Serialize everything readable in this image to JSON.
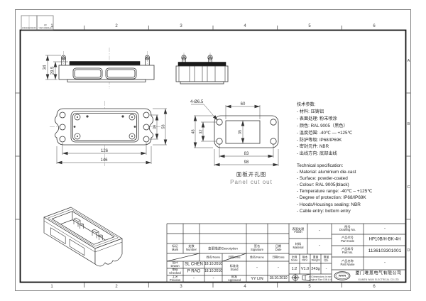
{
  "frame": {
    "zones_h": [
      "1",
      "2",
      "3",
      "4",
      "5",
      "6"
    ],
    "zones_v": [
      "A",
      "B",
      "C",
      "D"
    ],
    "corner": {
      "box1": "1136103301001",
      "box2": "HP10B/H-BK-4H"
    }
  },
  "views": {
    "side": {
      "dim_total_height": "34",
      "dim_body_height": "28.5"
    },
    "front": {
      "dim_hole_span": "126",
      "dim_overall_width": "146",
      "dim_hole_vspan": "39",
      "dim_overall_height": "58"
    },
    "panel": {
      "dim_cut_width": "60",
      "dim_outer_height": "48",
      "dim_hole_vspan": "32",
      "dim_cut_height": "35",
      "dim_hole_span": "83",
      "dim_overall_width": "98",
      "hole_note": "4-Ø6.5",
      "caption_cn": "面板开孔图",
      "caption_en": "Panel cut out"
    }
  },
  "notes_cn": {
    "title": "技术参数:",
    "items": [
      "- 材料: 压铸铝",
      "- 表面处理: 粉末喷涂",
      "- 颜色: RAL 9005（黑色）",
      "- 温度范围: -40℃ — +125℃",
      "- 防护等级: IP68/IP69K",
      "- 密封元件: NBR",
      "- 出线方向: 底部出线"
    ]
  },
  "notes_en": {
    "title": "Technical specification:",
    "items": [
      "- Material: aluminium die-cast",
      "- Surface: powder-coated",
      "- Colour: RAL 9005(black)",
      "- Temperature range: -40℃ – +125℃",
      "- Degree of protection: IP68/IP69K",
      "- Hoods/Housings sealing: NBR",
      "- Cable entry: bottom entry"
    ]
  },
  "titleblock": {
    "headers": {
      "mark": "标记\nMark",
      "number": "处数\nNumber",
      "description": "变更描述/Description",
      "signature": "签名\nSignature",
      "date": "日期\nDate",
      "name_sub": "姓名/Name",
      "date_sub": "日期/Date"
    },
    "roles": {
      "drawn": "设计\nDrawn",
      "checked": "审核\nChecked",
      "process": "工艺\nProcess",
      "stand": "标准化\nStand",
      "approved": "批准\nApproved"
    },
    "entries": {
      "drawn_name": "SL CHEN",
      "drawn_date": "18.10.2010",
      "checked_name": "P RAO",
      "checked_date": "18.10.2010",
      "process_name": "-",
      "process_date": "-",
      "stand_sig": "-",
      "stand_date": "-",
      "approved_sig": "YY LIN",
      "approved_date": "18.10.2010"
    },
    "right": {
      "finish_label": "表面处理\nFinish",
      "finish_value": "-",
      "material_label": "材料\nMaterial",
      "material_value": "-",
      "scale_label": "比例\nScale",
      "scale_value": "1:2",
      "rev_label": "版本\nREV.",
      "rev_value": "V1.0",
      "weight_label": "重量\nWeight",
      "weight_value": "243g",
      "qty_label": "数量\nQty.",
      "qty_value": "-",
      "drawing_no_label": "图号\nDrawing No.",
      "drawing_no_value": "-",
      "part_code_label": "产品代号\nPart Code",
      "part_code_value": "HP10B/H-BK-4H",
      "part_no_label": "产品料号\nPart No.",
      "part_no_value": "1136103301001",
      "part_name_label": "产品名称\nPart Name",
      "part_name_value": "-",
      "dims_note": "All Dimensions in mm\nOriginal Size DIN A 4",
      "logo": "WAIN",
      "company_cn": "厦门唯恩电气有限公司",
      "company_en": "XIAMEN WAIN ELECTRICAL CO.LTD"
    }
  }
}
